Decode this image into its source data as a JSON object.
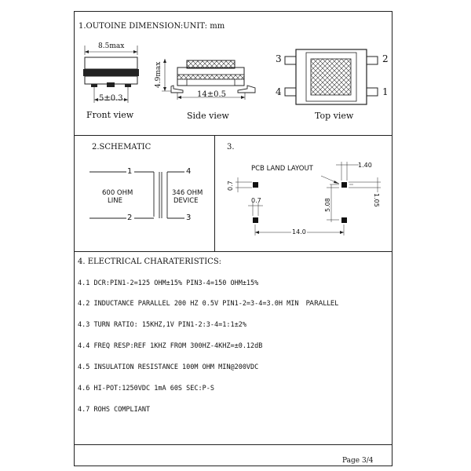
{
  "section1": {
    "title": "1.OUTOINE DIMENSION:UNIT: mm",
    "front_dim_top": "8.5max",
    "front_dim_bottom": "5±0.3",
    "front_label": "Front view",
    "side_dim_height": "4.9max",
    "side_dim_length": "14±0.5",
    "side_label": "Side view",
    "top_pins": [
      "3",
      "2",
      "4",
      "1"
    ],
    "top_label": "Top view"
  },
  "section2": {
    "title": "2.SCHEMATIC",
    "pins": [
      "1",
      "4",
      "2",
      "3"
    ],
    "left_label_1": "600 OHM",
    "left_label_2": "LINE",
    "right_label_1": "346 OHM",
    "right_label_2": "DEVICE"
  },
  "section3": {
    "title": "3.",
    "pcb_label": "PCB LAND LAYOUT",
    "dim_140": "1.40",
    "dim_07a": "0.7",
    "dim_105": "1.05",
    "dim_07b": "0.7",
    "dim_508": "5.08",
    "dim_140b": "14.0"
  },
  "section4": {
    "title": "4. ELECTRICAL CHARATERISTICS:",
    "lines": [
      "4.1 DCR:PIN1-2=125 OHM±15%    PIN3-4=150 OHM±15%",
      "4.2 INDUCTANCE PARALLEL  200 HZ 0.5V   PIN1-2=3-4=3.0H MIN",
      "4.3 TURN RATIO: 15KHZ,1V  PIN1-2:3-4=1:1±2%",
      "4.4 FREQ RESP:REF 1KHZ  FROM 300HZ-4KHZ=±0.12dB",
      "4.5 INSULATION RESISTANCE 100M OHM MIN@200VDC",
      "4.6 HI-POT:1250VDC 1mA 60S SEC:P-S",
      "4.7 ROHS COMPLIANT"
    ],
    "line2_suffix": "PARALLEL"
  },
  "footer": {
    "page": "Page 3/4"
  }
}
